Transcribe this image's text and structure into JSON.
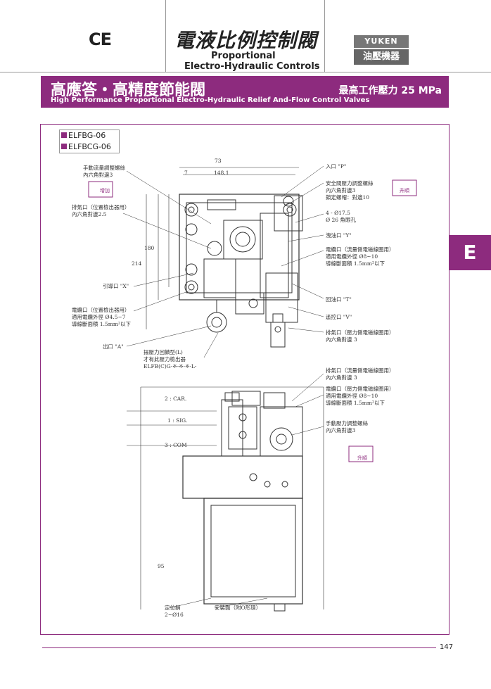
{
  "header": {
    "ce": "CE",
    "title_cn": "電液比例控制閥",
    "title_en_1": "Proportional",
    "title_en_2": "Electro-Hydraulic Controls",
    "logo_top": "YUKEN",
    "logo_bottom": "油壓機器"
  },
  "banner": {
    "title_cn": "高應答・高精度節能閥",
    "title_en": "High Performance Proportional Electro-Hydraulic Relief And-Flow Control Valves",
    "pressure": "最高工作壓力 25 MPa"
  },
  "side_tab": "E",
  "models": [
    "ELFBG-06",
    "ELFBCG-06"
  ],
  "labels_top": {
    "manual_flow_1": "手動流量調整螺絲",
    "manual_flow_2": "內六角對邊3",
    "add": "增加",
    "vent_pos_1": "排氣口（位置檢出器用）",
    "vent_pos_2": "內六角對邊2.5",
    "pilot_x": "引導口 \"X\"",
    "elec_pos_1": "電纜口（位置檢出器用）",
    "elec_pos_2": "適用電纜外徑 Ø4.5~7",
    "elec_pos_3": "導線斷面積 1.5mm²以下",
    "outlet_a": "出口 \"A\"",
    "pressure_rec_1": "揚壓力回饋型(L)",
    "pressure_rec_2": "才有此壓力檢出器",
    "pressure_rec_3": "ELFB(C)G-※-※-※-L-",
    "inlet_p": "入口 \"P\"",
    "safety_1": "安全閥壓力調整螺絲",
    "safety_2": "內六角對邊3",
    "safety_3": "鎖定螺帽：對邊10",
    "rise": "升順",
    "holes_1": "4 - Ø17.5",
    "holes_2": "Ø 26 魚眼孔",
    "drain_y": "洩油口 \"Y\"",
    "elec_pr_1": "電纜口（流量側電磁線圈用）",
    "elec_pr_2": "適用電纜外徑 Ø8~10",
    "elec_pr_3": "導線斷面積 1.5mm²以下",
    "return_t": "回油口 \"T\"",
    "remote_v": "遙控口 \"V\"",
    "vent_pr_1": "排氣口（壓力側電磁線圈用）",
    "vent_pr_2": "內六角對邊 3",
    "dim_73": "73",
    "dim_148": "148.1",
    "dim_7": "7",
    "dim_180": "180",
    "dim_214": "214"
  },
  "labels_bottom": {
    "car": "2 : CAR.",
    "sig": "1 : SIG.",
    "com": "3 : COM",
    "vent_flow_1": "排氣口（流量側電磁線圈用）",
    "vent_flow_2": "內六角對邊 3",
    "elec_pr2_1": "電纜口（壓力側電磁線圈用）",
    "elec_pr2_2": "適用電纜外徑 Ø8~10",
    "elec_pr2_3": "導線斷面積 1.5mm²以下",
    "manual_pr_1": "手動壓力調整螺絲",
    "manual_pr_2": "內六角對邊3",
    "rise": "升順",
    "pin_1": "定位銷",
    "pin_2": "2~Ø16",
    "mount": "安裝面（附O形環）",
    "dim_95": "95"
  },
  "page_number": "147",
  "colors": {
    "accent": "#8d2b7e"
  }
}
